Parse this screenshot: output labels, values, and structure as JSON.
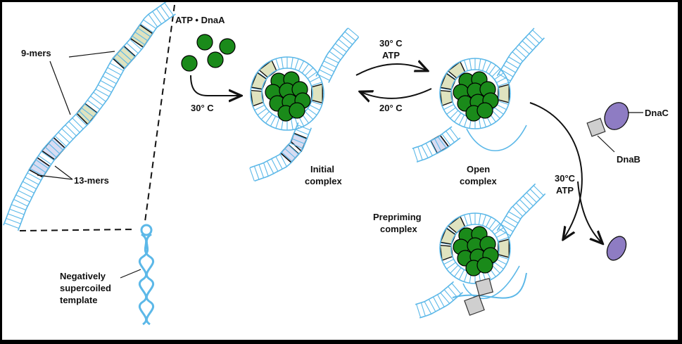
{
  "labels": {
    "atp_dnaa": "ATP • DnaA",
    "nine_mers": "9-mers",
    "thirteen_mers": "13-mers",
    "negative_1": "Negatively",
    "negative_2": "supercoiled",
    "negative_3": "template",
    "temp_forward": "30° C",
    "step2_temp": "30° C",
    "step2_atp": "ATP",
    "step2_reverse_temp": "20° C",
    "initial_1": "Initial",
    "initial_2": "complex",
    "open_1": "Open",
    "open_2": "complex",
    "dnac": "DnaC",
    "dnab": "DnaB",
    "step3_temp": "30°C",
    "step3_atp": "ATP",
    "prepriming_1": "Prepriming",
    "prepriming_2": "complex"
  },
  "colors": {
    "dna": "#5cb8e8",
    "nine_mer_fill": "#dfe3bf",
    "thirteen_mer_fill": "#d8dcf2",
    "dnaa": "#1a8a1a",
    "dnac": "#8e7cc3",
    "dnab": "#cfcfcf"
  }
}
